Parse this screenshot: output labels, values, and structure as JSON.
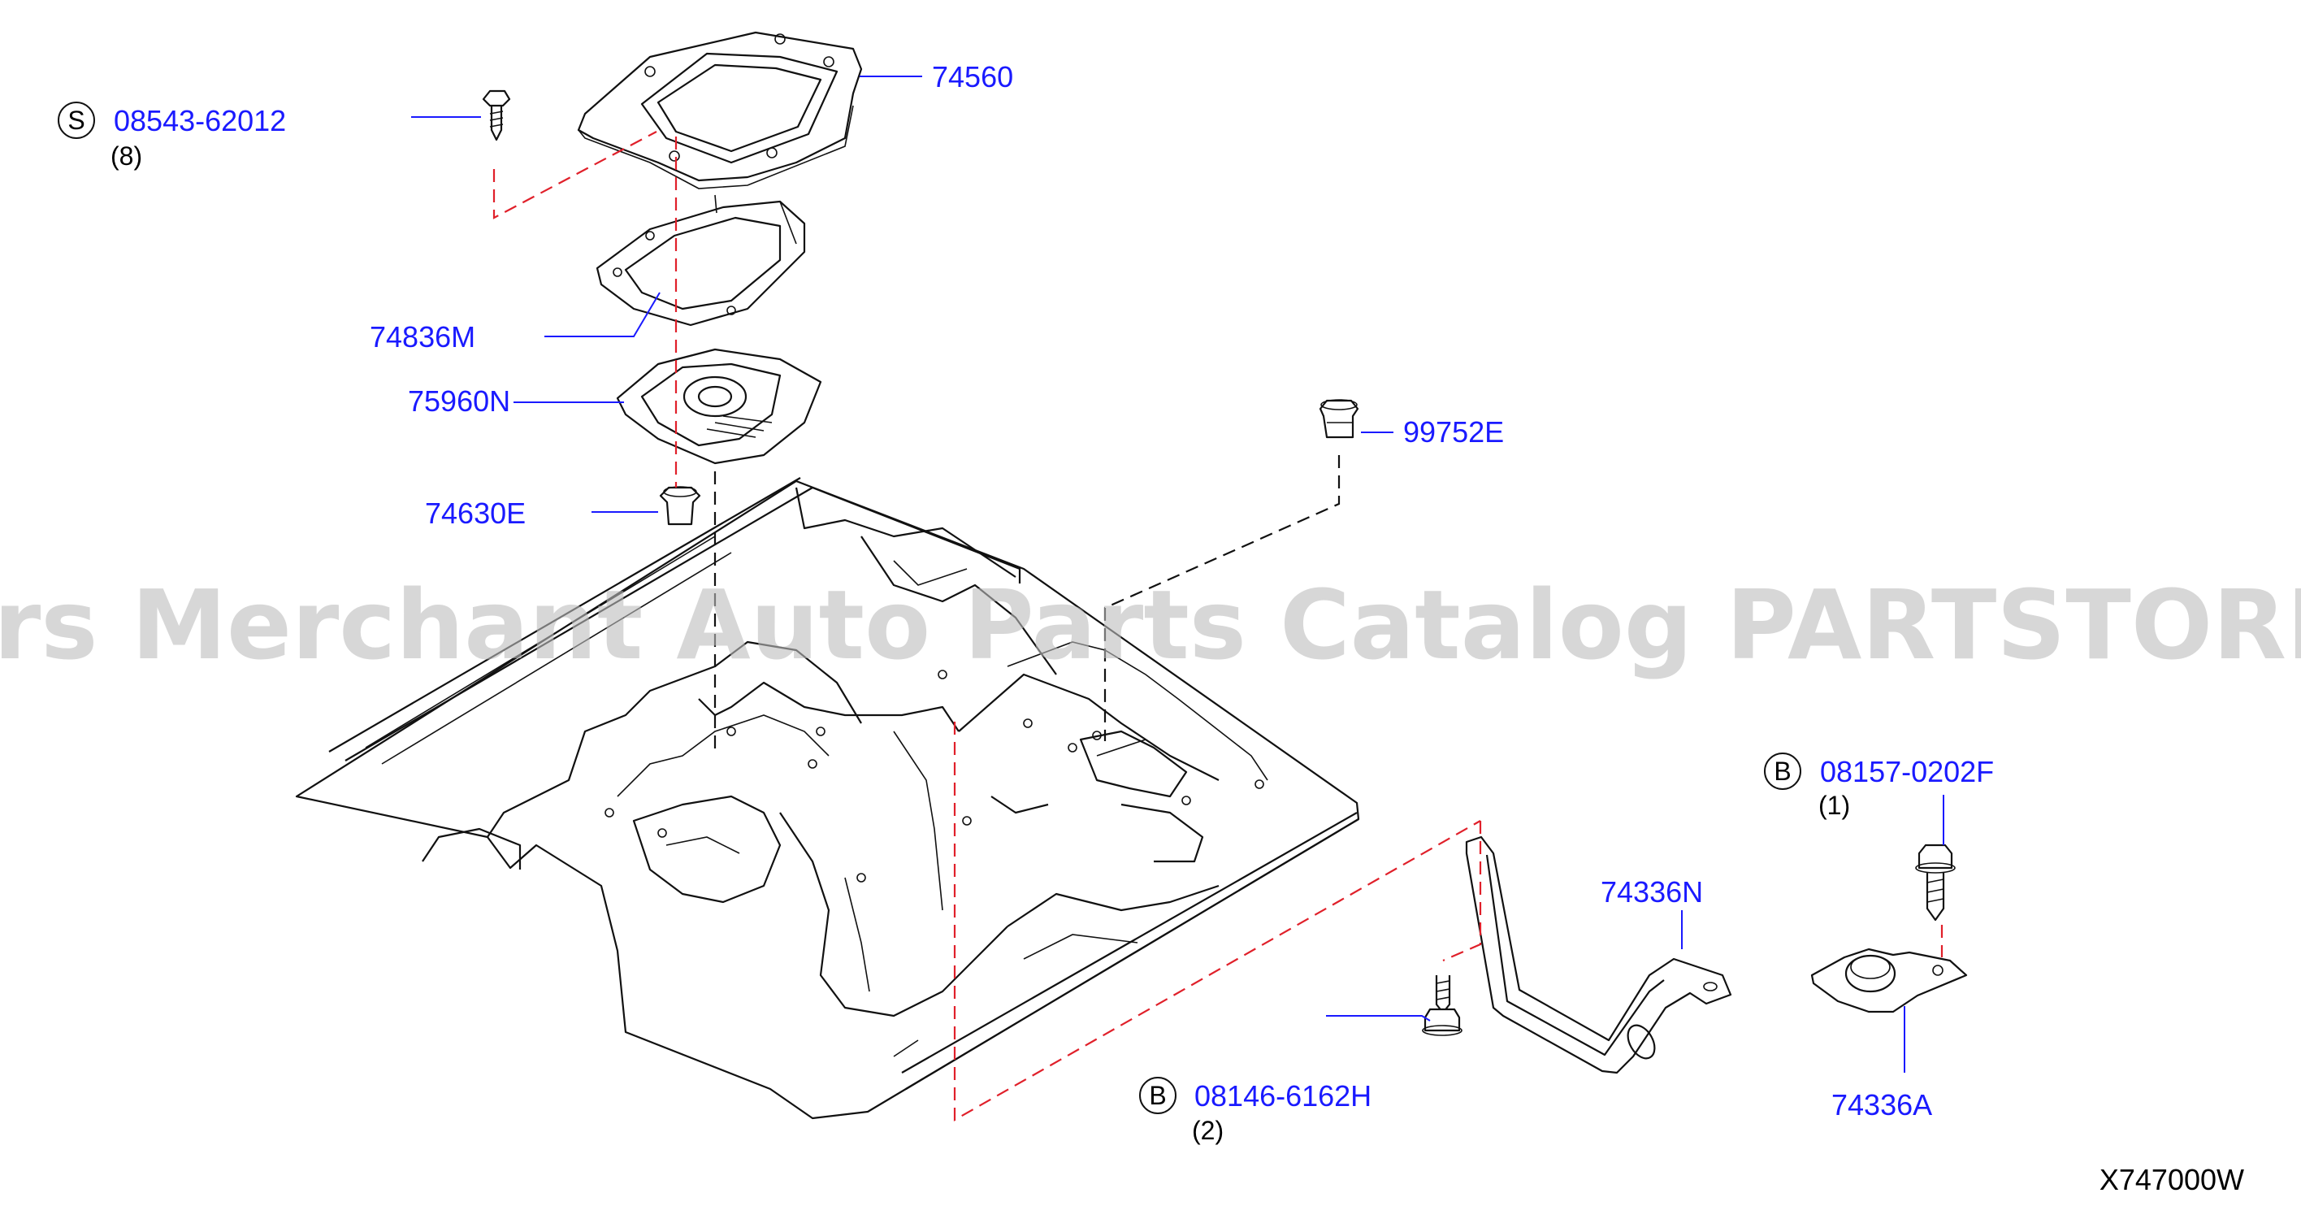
{
  "watermark": "Offers Merchant Auto Parts Catalog PARTSTORE.SA",
  "diagram_code": "X747000W",
  "colors": {
    "part_number": "#1a1aff",
    "guide_dash": "#e0202a",
    "lines": "#111111",
    "watermark": "#bdbdbd"
  },
  "callouts": {
    "screw": {
      "letter": "S",
      "part": "08543-62012",
      "qty": "(8)"
    },
    "cover": {
      "part": "74560"
    },
    "plate": {
      "part": "74836M"
    },
    "boot": {
      "part": "75960N"
    },
    "grommet": {
      "part": "74630E"
    },
    "clip": {
      "part": "99752E"
    },
    "bolt_top": {
      "letter": "B",
      "part": "08157-0202F",
      "qty": "(1)"
    },
    "brace": {
      "part": "74336N"
    },
    "bracket": {
      "part": "74336A"
    },
    "bolt_bottom": {
      "letter": "B",
      "part": "08146-6162H",
      "qty": "(2)"
    }
  }
}
